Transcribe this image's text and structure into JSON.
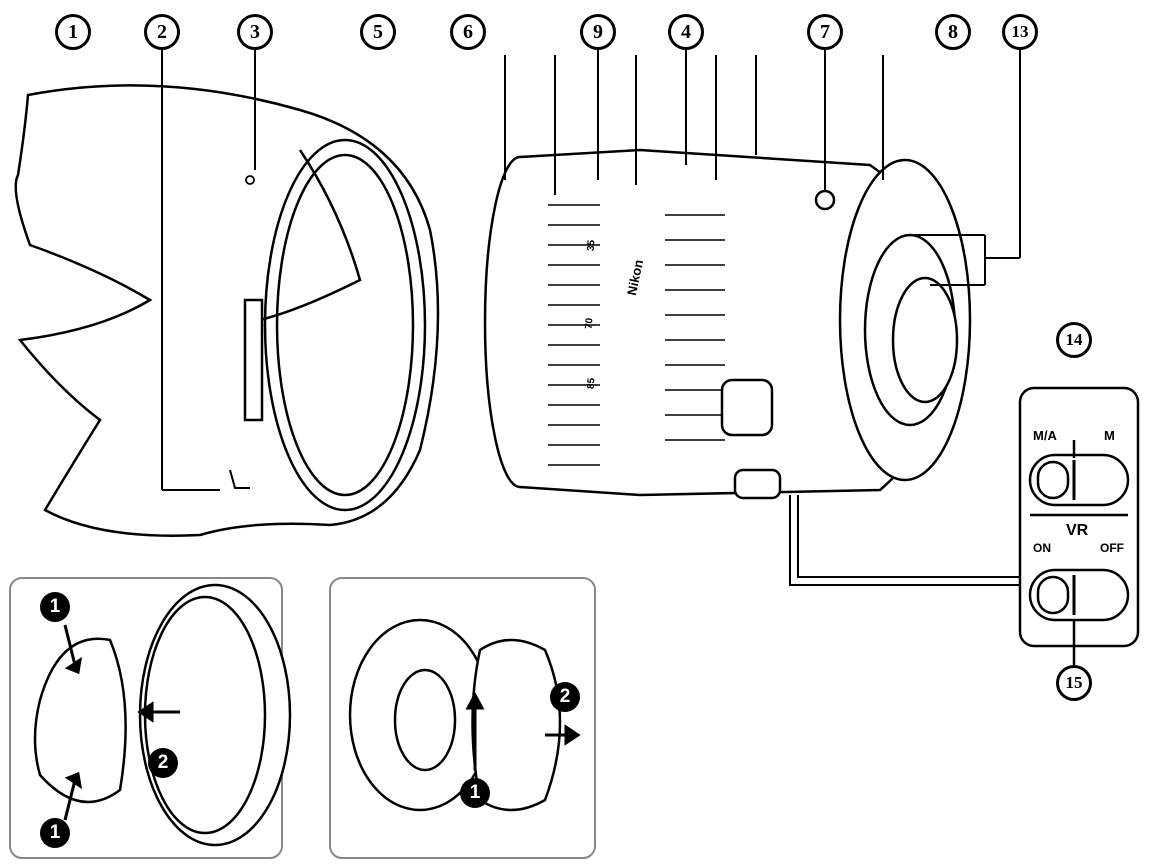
{
  "callouts": {
    "c1": "1",
    "c2": "2",
    "c3": "3",
    "c5": "5",
    "c6": "6",
    "c9": "9",
    "c4": "4",
    "c7": "7",
    "c8": "8",
    "c13": "13",
    "c14": "14",
    "c15": "15"
  },
  "steps": {
    "one": "1",
    "two": "2"
  },
  "switches": {
    "focus": {
      "left": "M/A",
      "right": "M"
    },
    "vr": {
      "title": "VR",
      "left": "ON",
      "right": "OFF"
    }
  },
  "lens_markings": {
    "brand": "Nikon",
    "focal_a": "35",
    "focal_b": "70",
    "focal_c": "85"
  },
  "colors": {
    "line": "#000000",
    "panel_border": "#888888",
    "fill": "#ffffff"
  }
}
